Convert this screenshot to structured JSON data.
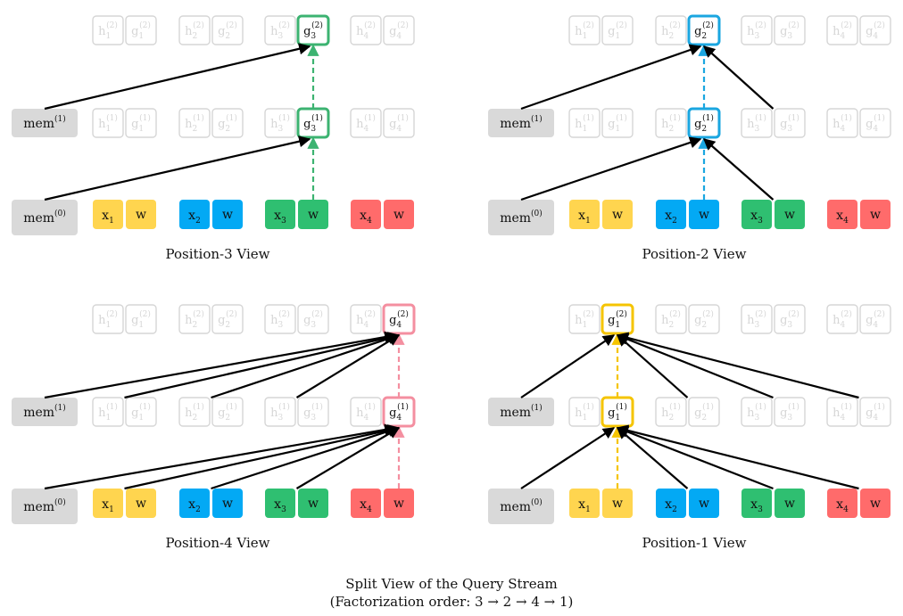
{
  "caption": {
    "line1": "Split View of the Query Stream",
    "line2": "(Factorization order: 3 → 2 → 4 → 1)"
  },
  "mem_labels": {
    "mem0": "mem",
    "mem1": "mem",
    "sup0": "(0)",
    "sup1": "(1)"
  },
  "token_labels": {
    "x": [
      "x",
      "x",
      "x",
      "x"
    ],
    "x_subs": [
      "1",
      "2",
      "3",
      "4"
    ],
    "w": "w"
  },
  "state_letters": {
    "h": "h",
    "g": "g"
  },
  "layer_sups": [
    "(1)",
    "(2)"
  ],
  "colors": {
    "yellow": "#ffd54f",
    "blue": "#03a9f4",
    "green": "#2fbf71",
    "red": "#ff6b6b",
    "mem_bg": "#d9d9d9",
    "faded": "#d6d6d6",
    "text": "#111111",
    "ring_pos3": "#3cb371",
    "ring_pos2": "#1aa6e0",
    "ring_pos4": "#f48fa0",
    "ring_pos1": "#f5c400"
  },
  "panels": [
    {
      "title": "Position-3 View",
      "target": 3,
      "visible": [],
      "ring_color": "ring_pos3"
    },
    {
      "title": "Position-2 View",
      "target": 2,
      "visible": [
        3
      ],
      "ring_color": "ring_pos2"
    },
    {
      "title": "Position-4 View",
      "target": 4,
      "visible": [
        1,
        2,
        3
      ],
      "ring_color": "ring_pos4"
    },
    {
      "title": "Position-1 View",
      "target": 1,
      "visible": [
        2,
        3,
        4
      ],
      "ring_color": "ring_pos1"
    }
  ]
}
